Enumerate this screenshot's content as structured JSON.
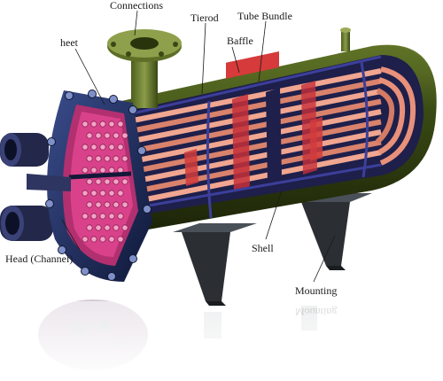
{
  "diagram": {
    "labels": {
      "connections": "Connections",
      "tierod": "Tierod",
      "tube_bundle": "Tube Bundle",
      "sheet": "heet",
      "baffle": "Baffle",
      "shell": "Shell",
      "head_channel": "Head (Channel)",
      "mounting": "Mounting"
    },
    "colors": {
      "shell_body": "#2f3b10",
      "shell_highlight": "#5a6e22",
      "tubes": "#e9907a",
      "tube_dark": "#b85a45",
      "baffle": "#d63a3a",
      "tierod": "#3c3f9a",
      "flange": "#1d2a5a",
      "tubesheet": "#d9428a",
      "supports": "#2b2f33",
      "leader": "#1a1a1a"
    }
  }
}
